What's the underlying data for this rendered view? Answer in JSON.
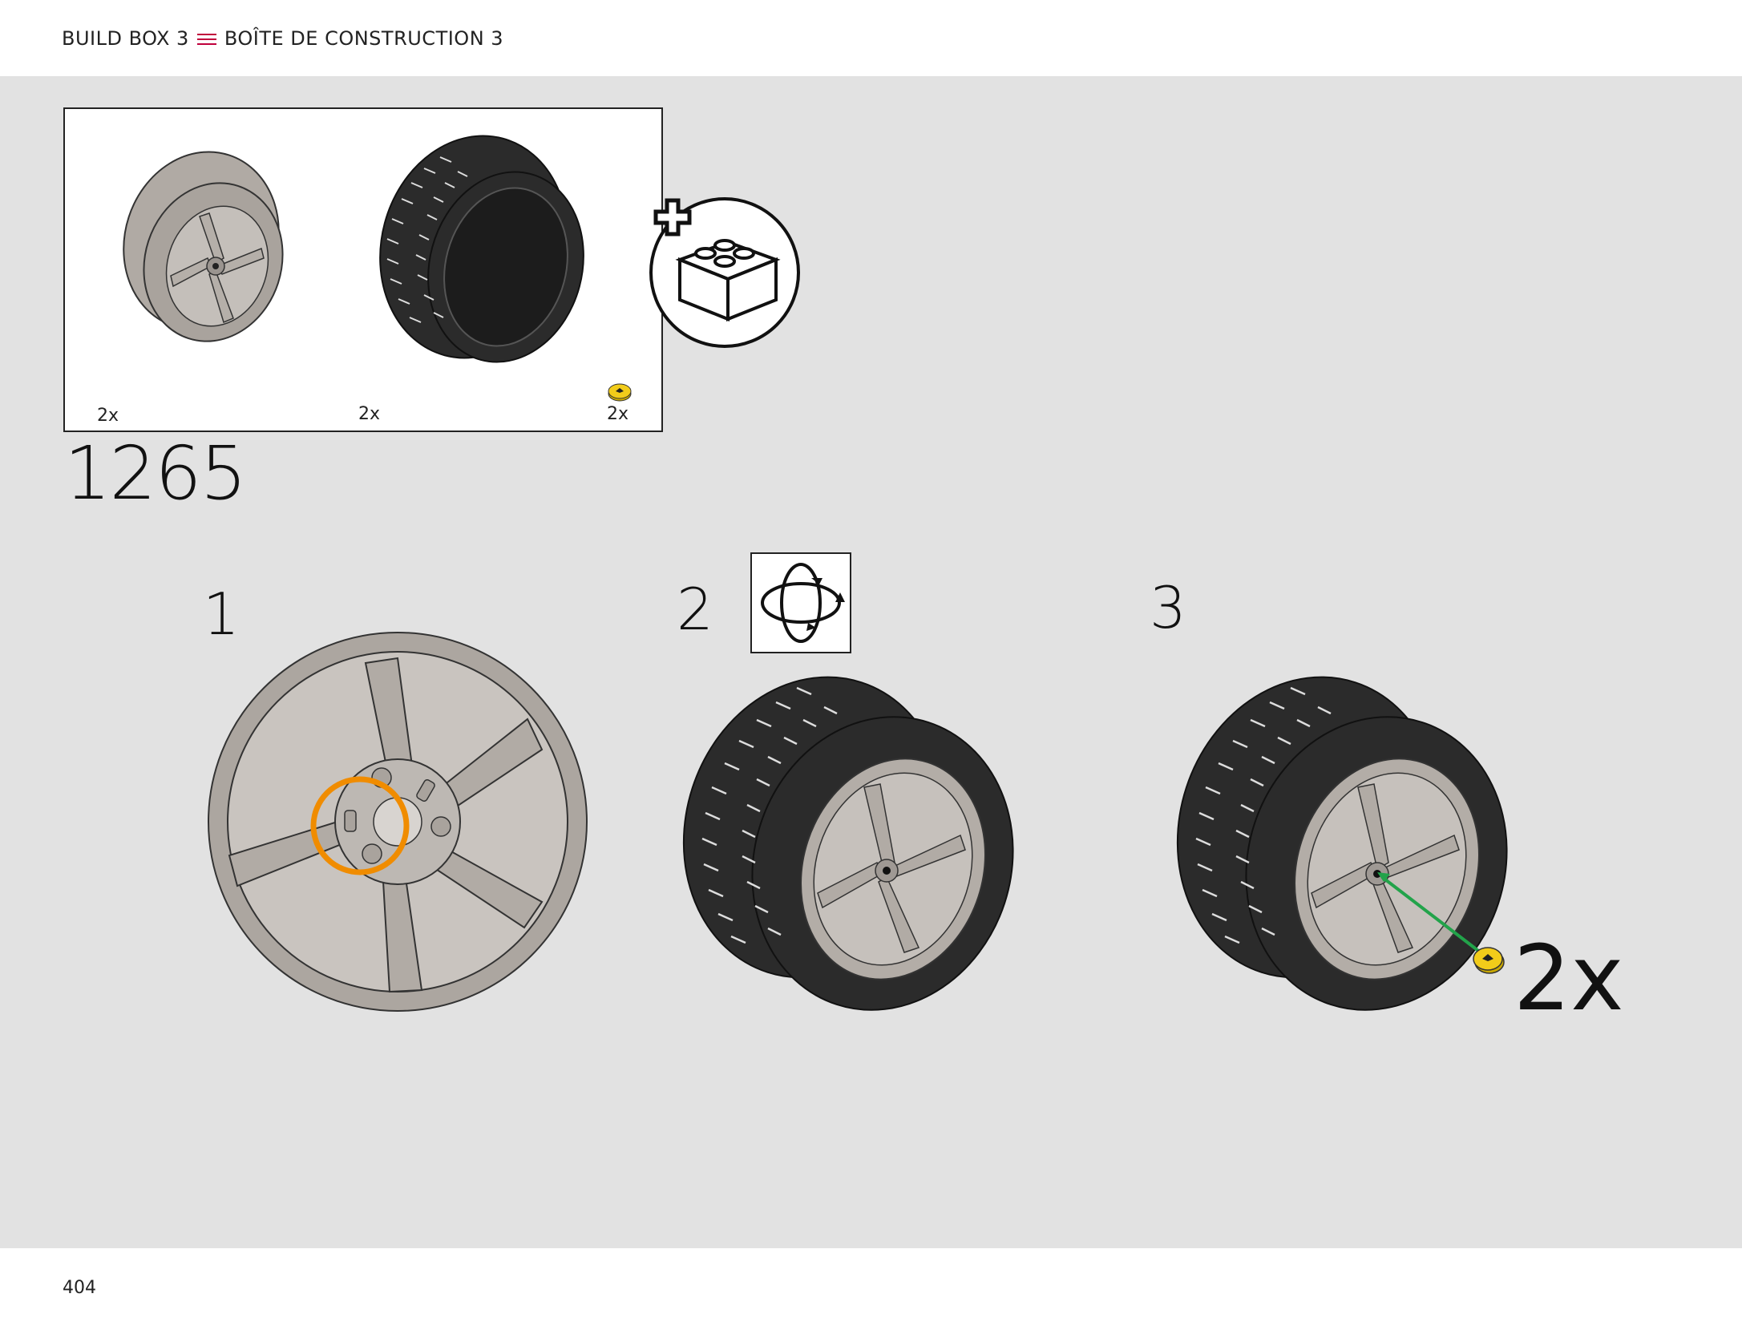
{
  "header": {
    "en": "BUILD BOX 3",
    "fr": "BOÎTE DE CONSTRUCTION 3",
    "accent_color": "#c0003c"
  },
  "parts": {
    "items": [
      {
        "icon": "rim-icon",
        "qty": "2x"
      },
      {
        "icon": "tire-icon",
        "qty": "2x"
      },
      {
        "icon": "hubcap-badge-icon",
        "qty": "2x"
      }
    ],
    "extra_icon": "add-brick-icon"
  },
  "step_id": "1265",
  "steps": [
    {
      "number": "1",
      "highlight_color": "#f08c00"
    },
    {
      "number": "2",
      "icon": "rotate-model-icon"
    },
    {
      "number": "3",
      "qty": "2x",
      "arrow_color": "#22a34a"
    }
  ],
  "page_number": "404"
}
